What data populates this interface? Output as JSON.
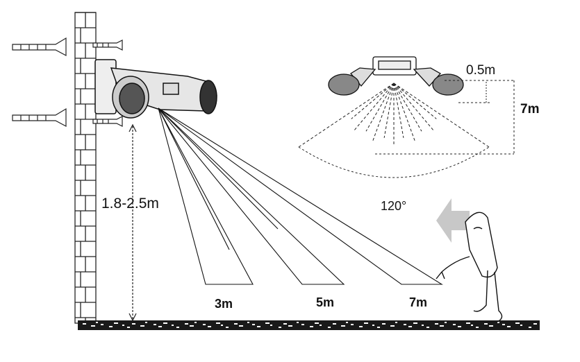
{
  "labels": {
    "mount_height": "1.8-2.5m",
    "range_near": "3m",
    "range_mid": "5m",
    "range_far": "7m",
    "detection_angle": "120°",
    "top_offset": "0.5m",
    "side_range": "7m"
  },
  "colors": {
    "ink": "#111111",
    "arrow": "#c8c8c8",
    "ground": "#1a1a1a"
  }
}
